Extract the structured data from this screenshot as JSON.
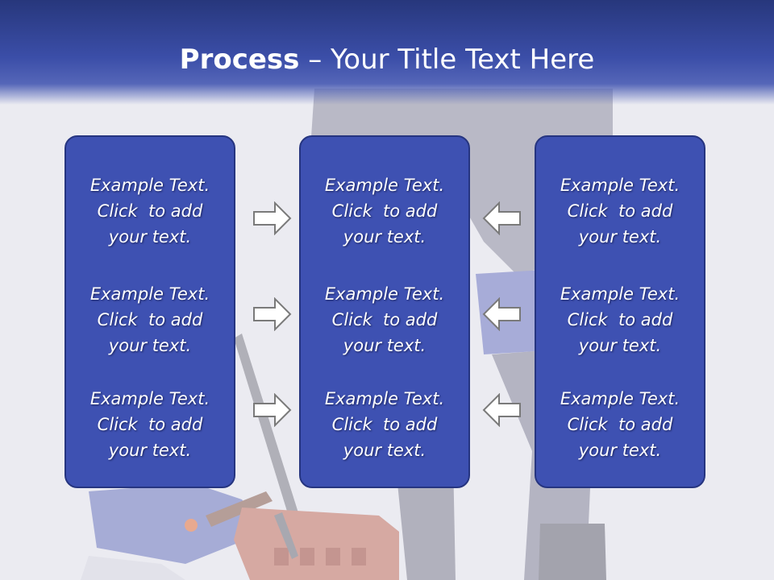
{
  "slide": {
    "title_bold": "Process",
    "title_separator": " – ",
    "title_rest": "Your Title Text Here"
  },
  "columns": [
    {
      "blocks": [
        {
          "line1": "Example Text.",
          "line2": "Click  to add",
          "line3": "your text."
        },
        {
          "line1": "Example Text.",
          "line2": "Click  to add",
          "line3": "your text."
        },
        {
          "line1": "Example Text.",
          "line2": "Click  to add",
          "line3": "your text."
        }
      ]
    },
    {
      "blocks": [
        {
          "line1": "Example Text.",
          "line2": "Click  to add",
          "line3": "your text."
        },
        {
          "line1": "Example Text.",
          "line2": "Click  to add",
          "line3": "your text."
        },
        {
          "line1": "Example Text.",
          "line2": "Click  to add",
          "line3": "your text."
        }
      ]
    },
    {
      "blocks": [
        {
          "line1": "Example Text.",
          "line2": "Click  to add",
          "line3": "your text."
        },
        {
          "line1": "Example Text.",
          "line2": "Click  to add",
          "line3": "your text."
        },
        {
          "line1": "Example Text.",
          "line2": "Click  to add",
          "line3": "your text."
        }
      ]
    }
  ],
  "icons": {
    "left_arrows": "arrow-right-icon",
    "right_arrows": "arrow-left-icon"
  },
  "colors": {
    "header": "#3b4ea8",
    "panel_fill": "#3e51b2",
    "panel_border": "#263580",
    "text": "#ffffff",
    "arrow_stroke": "#7a7a7a"
  }
}
